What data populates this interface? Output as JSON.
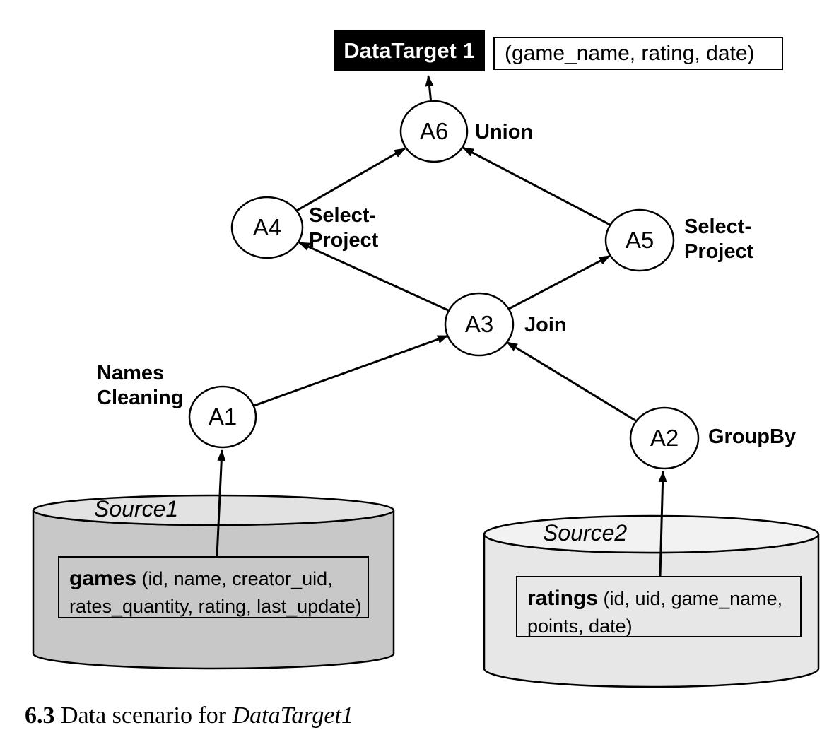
{
  "figure": {
    "target": {
      "label": "DataTarget 1",
      "attributes": "(game_name, rating, date)"
    },
    "nodes": {
      "A1": {
        "label": "A1",
        "op1": "Names",
        "op2": "Cleaning"
      },
      "A2": {
        "label": "A2",
        "op1": "GroupBy"
      },
      "A3": {
        "label": "A3",
        "op1": "Join"
      },
      "A4": {
        "label": "A4",
        "op1": "Select-",
        "op2": "Project"
      },
      "A5": {
        "label": "A5",
        "op1": "Select-",
        "op2": "Project"
      },
      "A6": {
        "label": "A6",
        "op1": "Union"
      }
    },
    "sources": {
      "source1": {
        "name": "Source1",
        "table": "games",
        "attrs1": " (id, name, creator_uid,",
        "attrs2": "rates_quantity, rating, last_update)"
      },
      "source2": {
        "name": "Source2",
        "table": "ratings",
        "attrs1": " (id, uid, game_name,",
        "attrs2": "points, date)"
      }
    },
    "caption": {
      "number": "6.3",
      "text": " Data scenario for ",
      "target_name": "DataTarget1"
    }
  },
  "colors": {
    "line": "#000000",
    "node_fill": "#ffffff",
    "target_bg": "#000000",
    "target_fg": "#ffffff",
    "source1_body": "#c8c8c8",
    "source1_top": "#e2e2e2",
    "source2_body": "#e7e7e7",
    "source2_top": "#f2f2f2"
  }
}
